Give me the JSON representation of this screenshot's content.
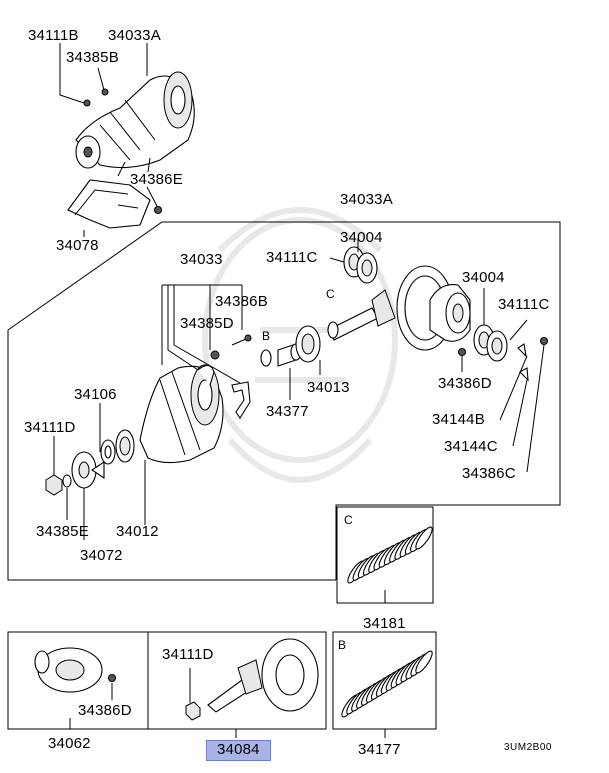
{
  "parts": {
    "p34111B": "34111B",
    "p34033A_top": "34033A",
    "p34385B": "34385B",
    "p34386E": "34386E",
    "p34078": "34078",
    "p34033A_right": "34033A",
    "p34004_a": "34004",
    "p34111C_a": "34111C",
    "p34033": "34033",
    "p34386B": "34386B",
    "p34385D": "34385D",
    "p34013": "34013",
    "p34377": "34377",
    "p34004_b": "34004",
    "p34111C_b": "34111C",
    "p34386D": "34386D",
    "p34144B": "34144B",
    "p34144C": "34144C",
    "p34386C": "34386C",
    "p34106": "34106",
    "p34111D_a": "34111D",
    "p34385E": "34385E",
    "p34012": "34012",
    "p34072": "34072",
    "p34181": "34181",
    "p34062": "34062",
    "p34386D_b": "34386D",
    "p34111D_b": "34111D",
    "p34084": "34084",
    "p34177": "34177"
  },
  "markers": {
    "b": "B",
    "c": "C",
    "c_box": "C",
    "b_box": "B"
  },
  "code": "3UM2B00",
  "icons": [
    "carrier-assembly-icon",
    "pinion-gear-icon",
    "ring-gear-icon",
    "spring-coil-icon",
    "bolt-icon",
    "bearing-icon",
    "seal-icon",
    "differential-case-icon"
  ],
  "highlight_color": "#a9b4e6"
}
